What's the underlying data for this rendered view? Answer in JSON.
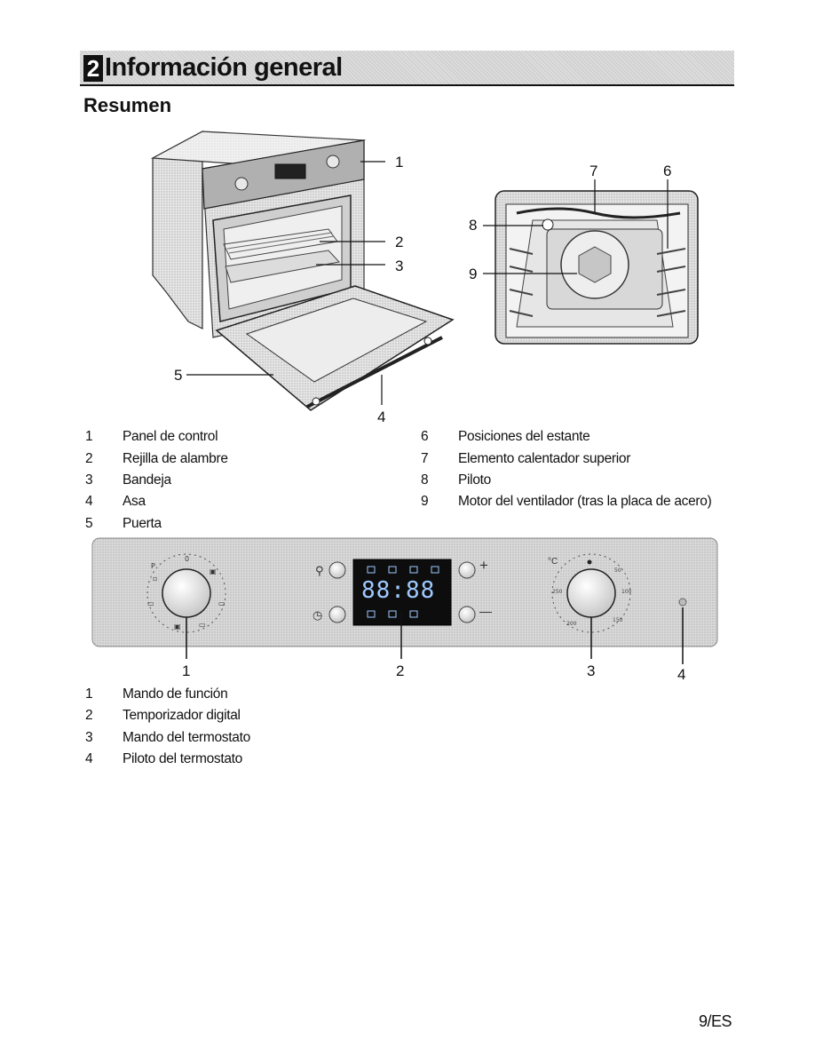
{
  "chapter": {
    "number": "2",
    "title": "Información general"
  },
  "section_title": "Resumen",
  "oven_callouts": [
    "1",
    "2",
    "3",
    "4",
    "5"
  ],
  "cavity_callouts": [
    "6",
    "7",
    "8",
    "9"
  ],
  "legend_left": [
    {
      "n": "1",
      "text": "Panel de control"
    },
    {
      "n": "2",
      "text": "Rejilla de alambre"
    },
    {
      "n": "3",
      "text": "Bandeja"
    },
    {
      "n": "4",
      "text": "Asa"
    },
    {
      "n": "5",
      "text": "Puerta"
    }
  ],
  "legend_right": [
    {
      "n": "6",
      "text": "Posiciones del estante"
    },
    {
      "n": "7",
      "text": "Elemento calentador superior"
    },
    {
      "n": "8",
      "text": "Piloto"
    },
    {
      "n": "9",
      "text": "Motor del ventilador (tras la placa de acero)"
    }
  ],
  "panel": {
    "display": "88:88",
    "plus": "+",
    "minus": "—",
    "celsius": "°C",
    "callouts": [
      "1",
      "2",
      "3",
      "4"
    ]
  },
  "legend_panel": [
    {
      "n": "1",
      "text": "Mando de función"
    },
    {
      "n": "2",
      "text": "Temporizador digital"
    },
    {
      "n": "3",
      "text": "Mando del termostato"
    },
    {
      "n": "4",
      "text": "Piloto del termostato"
    }
  ],
  "page_number": "9/ES"
}
